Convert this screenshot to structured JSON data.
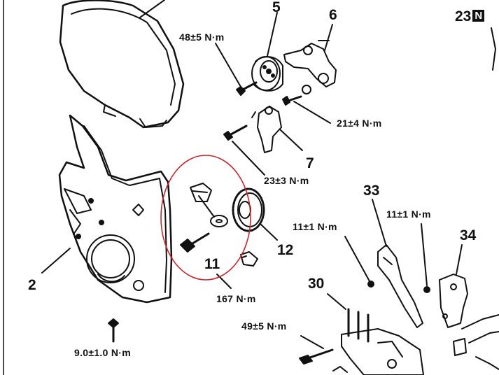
{
  "part_numbers": {
    "p2": "2",
    "p5": "5",
    "p6": "6",
    "p7": "7",
    "p11": "11",
    "p12": "12",
    "p23": "23",
    "p30": "30",
    "p33": "33",
    "p34": "34"
  },
  "badge_23": "N",
  "torque_specs": {
    "t48": "48±5 N·m",
    "t21": "21±4 N·m",
    "t23": "23±3 N·m",
    "t11a": "11±1 N·m",
    "t11b": "11±1 N·m",
    "t167": "167 N·m",
    "t49": "49±5 N·m",
    "t9": "9.0±1.0 N·m"
  },
  "highlight_color": "#c8282d"
}
